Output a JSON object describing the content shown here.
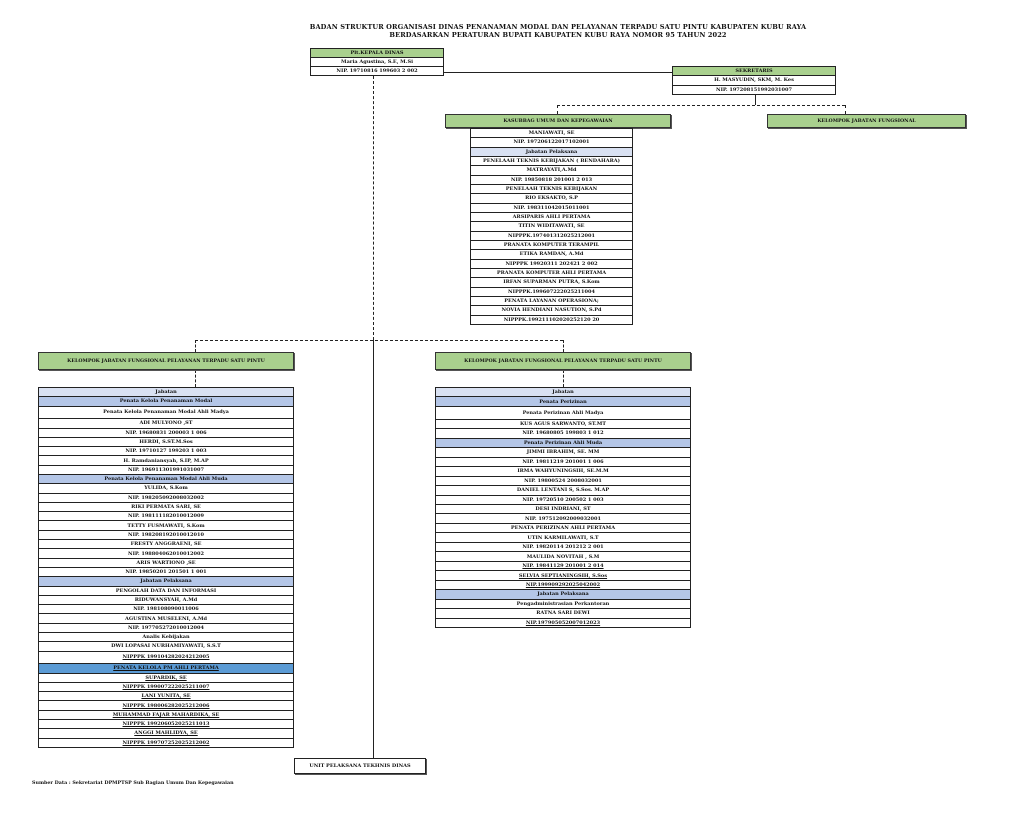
{
  "title": {
    "line1": "BADAN STRUKTUR ORGANISASI  DINAS PENANAMAN MODAL DAN PELAYANAN TERPADU SATU PINTU KABUPATEN KUBU RAYA",
    "line2": "BERDASARKAN PERATURAN BUPATI KABUPATEN KUBU RAYA NOMOR 95 TAHUN 2022"
  },
  "kepala": {
    "title": "Plt.KEPALA DINAS",
    "name": "Maria Agustina, S.E, M.Si",
    "nip": "NIP. 19710816 199603 2 002"
  },
  "sekretaris": {
    "title": "SEKRETARIS",
    "name": "H. MASYUDIN, SKM, M. Kes",
    "nip": "NIP. 197208151992031007"
  },
  "kasubbag": {
    "title": "KASUBBAG UMUM DAN KEPEGAWAIAN",
    "rows": [
      {
        "text": "MANIAWATI, SE"
      },
      {
        "text": "NIP. 197206122017102001"
      },
      {
        "text": "Jabatan Pelaksana",
        "style": "hdr"
      },
      {
        "text": "PENELAAH TEKNIS KEBIJAKAN ( BENDAHARA)"
      },
      {
        "text": "MATRAYATI,A.Md"
      },
      {
        "text": "NIP. 19850818 201001 2 013"
      },
      {
        "text": "PENELAAH TEKNIS KEBIJAKAN"
      },
      {
        "text": "RIO EKSAKTO, S.P"
      },
      {
        "text": "NIP. 198311042015011001"
      },
      {
        "text": "ARSIPARIS AHLI PERTAMA"
      },
      {
        "text": "TITIN WIDITAWATI, SE"
      },
      {
        "text": "NIPPPK.197401312025212001"
      },
      {
        "text": "PRANATA KOMPUTER TERAMPIL"
      },
      {
        "text": "ETIKA RAMDAN, A.Md"
      },
      {
        "text": "NIPPPK 19920311 202421 2 002"
      },
      {
        "text": "PRANATA KOMPUTER AHLI PERTAMA"
      },
      {
        "text": "IRFAN SUPARMAN PUTRA, S.Kom"
      },
      {
        "text": "NIPPPK.199607222025211004"
      },
      {
        "text": "PENATA LAYANAN OPERASIONA;"
      },
      {
        "text": "NOVIA HENDIANI NASUTION, S.Pd"
      },
      {
        "text": "NIPPPK.199211102020252120 20"
      }
    ]
  },
  "kelompok_fungsional": "KELOMPOK JABATAN FUNGSIONAL",
  "left_group": {
    "title": "KELOMPOK JABATAN FUNGSIONAL PELAYANAN TERPADU SATU PINTU",
    "rows": [
      {
        "text": "Jabatan",
        "style": "hdr"
      },
      {
        "text": "Penata Kelola Penanaman Modal",
        "style": "sec"
      },
      {
        "text": "Penata Kelola Penanaman Modal Ahli Madya",
        "style": "tall"
      },
      {
        "text": "ADI MULYONO ,ST"
      },
      {
        "text": "NIP. 19680831 200003 1 006"
      },
      {
        "text": "HERDI, S.ST.M.Sos"
      },
      {
        "text": "NIP. 19710127 199203 1 003"
      },
      {
        "text": "H. Ramdaniansyah, S.IP, M.AP"
      },
      {
        "text": "NIP. 196911301991031007"
      },
      {
        "text": "Penata Kelola Penanaman Modal Ahli Muda",
        "style": "sec"
      },
      {
        "text": "YULIDA, S.Kom"
      },
      {
        "text": "NIP. 198205092008032002"
      },
      {
        "text": "RIKI PERMATA SARI, SE"
      },
      {
        "text": "NIP. 198111182010012009"
      },
      {
        "text": "TETTY FUSMAWATI, S.Kom"
      },
      {
        "text": "NIP. 198208192010012010"
      },
      {
        "text": "FRESTY ANGGRAENI, SE"
      },
      {
        "text": "NIP. 198804062010012002"
      },
      {
        "text": "ARIS WARTIONO ,SE"
      },
      {
        "text": "NIP. 19850201 201501 1 001"
      },
      {
        "text": "Jabatan Pelaksana",
        "style": "sec"
      },
      {
        "text": "PENGOLAH DATA DAN INFORMASI"
      },
      {
        "text": "RIDUWANSYAH, A.Md"
      },
      {
        "text": "NIP. 198108090011006"
      },
      {
        "text": "AGUSTINA MUSELENI, A.Md"
      },
      {
        "text": "NIP. 197705272010012004"
      },
      {
        "text": "Analis Kebijakan"
      },
      {
        "text": "DWI LOPASAI NURHAMIYAWATI, S.S.T"
      },
      {
        "text": "NIPPPK 199104282024212005",
        "style": "tall ul"
      },
      {
        "text": "PENATA KELOLA PM AHLI PERTAMA",
        "style": "dark"
      },
      {
        "text": "SUPARDIK, SE",
        "style": "ul"
      },
      {
        "text": "NIPPPK 199007222025211007",
        "style": "ul"
      },
      {
        "text": "LANI YUNITA, SE",
        "style": "ul"
      },
      {
        "text": "NIPPPK 198006282025212006",
        "style": "ul"
      },
      {
        "text": "MUHAMMAD FAJAR MAHARDIKA, SE",
        "style": "ul"
      },
      {
        "text": "NIPPPK 199206052025211013",
        "style": "ul"
      },
      {
        "text": "ANGGI MAHLIDYA, SE",
        "style": "ul"
      },
      {
        "text": "NIPPPK 199707252025212002",
        "style": "ul"
      }
    ]
  },
  "right_group": {
    "title": "KELOMPOK JABATAN FUNGSIONAL PELAYANAN TERPADU SATU PINTU",
    "rows": [
      {
        "text": "Jabatan",
        "style": "hdr"
      },
      {
        "text": "Penata Perizinan",
        "style": "sec"
      },
      {
        "text": "Penata Perizinan Ahli  Madya",
        "style": "tall"
      },
      {
        "text": "KUS AGUS SARWANTO, ST.MT"
      },
      {
        "text": "NIP. 19680805 199803 1 012"
      },
      {
        "text": "Penata Perizinan Ahli Muda",
        "style": "sec"
      },
      {
        "text": "JIMMI IBRAHIM, SE. MM"
      },
      {
        "text": "NIP. 19811219 201001 1 006"
      },
      {
        "text": "IRMA WAHYUNINGSIH, SE.M.M"
      },
      {
        "text": "NIP. 19800524 2008032001"
      },
      {
        "text": "DANIEL LENTANI S, S.Sos. M.AP"
      },
      {
        "text": "NIP. 19720510 200502 1 003"
      },
      {
        "text": "DESI INDRIANI, ST"
      },
      {
        "text": "NIP. 197512092009032001"
      },
      {
        "text": "PENATA PERIZINAN AHLI PERTAMA"
      },
      {
        "text": "UTIN KARMILAWATI, S.T"
      },
      {
        "text": "NIP. 19820114 201212 2 001"
      },
      {
        "text": "MAULIDA NOVITAH , S.M"
      },
      {
        "text": "NIP. 19841129 201001 2 014",
        "style": "ul"
      },
      {
        "text": "SELVIA SEPTIANINGSIH, S.Sos",
        "style": "ul"
      },
      {
        "text": "NIP.199909292025042002",
        "style": "ul"
      },
      {
        "text": "Jabatan Pelaksana",
        "style": "sec"
      },
      {
        "text": "Pengadministrasian Perkantoran"
      },
      {
        "text": "RATNA SARI DEWI"
      },
      {
        "text": "NIP.197905052007012023",
        "style": "ul"
      }
    ]
  },
  "unit_pelaksana": "UNIT PELAKSANA TEKHNIS DINAS",
  "footer": "Sumber Data : Sekretariat DPMPTSP Sub Bagian Umum Dan Kepegawaian"
}
